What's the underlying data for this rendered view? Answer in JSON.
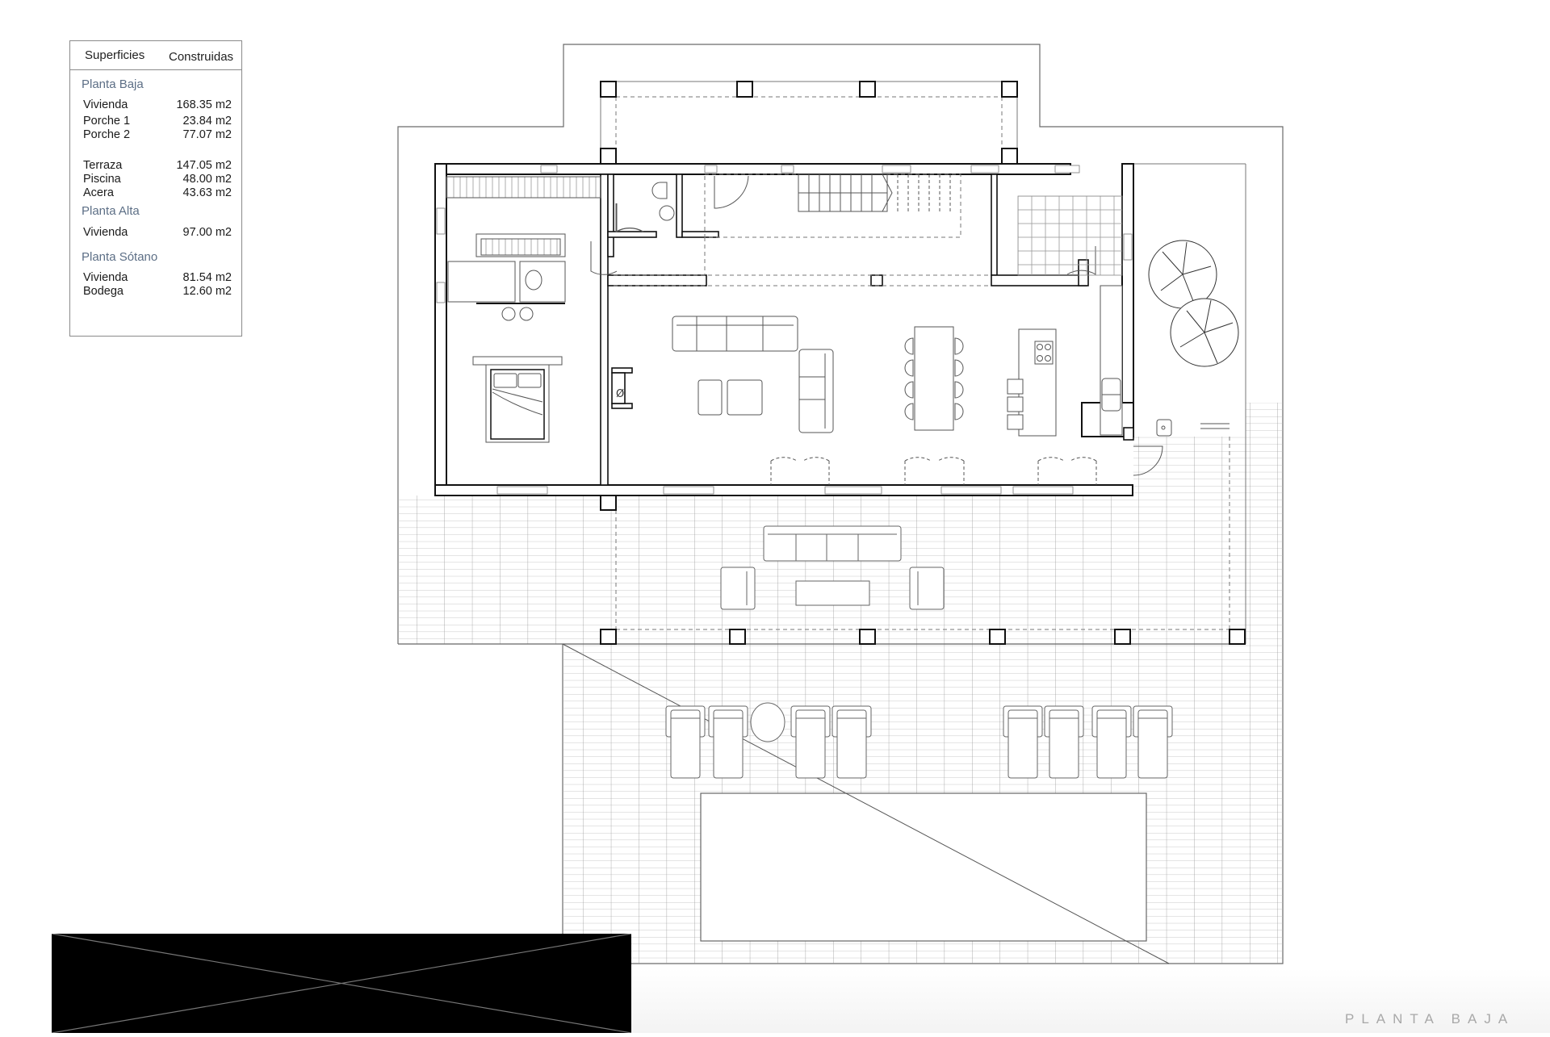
{
  "legend": {
    "header": {
      "col1": "Superficies",
      "col2": "Construidas"
    },
    "sections": [
      {
        "title": "Planta Baja",
        "rows": [
          {
            "label": "Vivienda",
            "value": "168.35 m2"
          },
          {
            "label": "Porche 1",
            "value": "23.84 m2"
          },
          {
            "label": "Porche 2",
            "value": "77.07 m2"
          },
          {
            "label": "Terraza",
            "value": "147.05 m2"
          },
          {
            "label": "Piscina",
            "value": "48.00 m2"
          },
          {
            "label": "Acera",
            "value": "43.63 m2"
          }
        ]
      },
      {
        "title": "Planta Alta",
        "rows": [
          {
            "label": "Vivienda",
            "value": "97.00 m2"
          }
        ]
      },
      {
        "title": "Planta Sótano",
        "rows": [
          {
            "label": "Vivienda",
            "value": "81.54 m2"
          },
          {
            "label": "Bodega",
            "value": "12.60 m2"
          }
        ]
      }
    ]
  },
  "plan": {
    "title": "PLANTA BAJA",
    "colors": {
      "wall": "#111111",
      "line": "#555555",
      "grid": "#9a9a9a",
      "dash": "#666666",
      "legend_section": "#5d6f86",
      "footer_text": "#a8a8a8"
    },
    "rooms": [
      "bedroom",
      "ensuite-bathroom",
      "guest-toilet",
      "entrance-hall",
      "staircase",
      "pantry",
      "living-room",
      "dining-area",
      "kitchen",
      "laundry",
      "porch-1",
      "terrace-porch-2",
      "pool-deck",
      "pool"
    ],
    "furniture_counts": {
      "dining_chairs": 8,
      "bar_stools": 3,
      "sun_loungers": 8,
      "terrace_armchairs": 2,
      "trees": 2
    },
    "symbols": {
      "chimney_flue": "Ø"
    }
  }
}
